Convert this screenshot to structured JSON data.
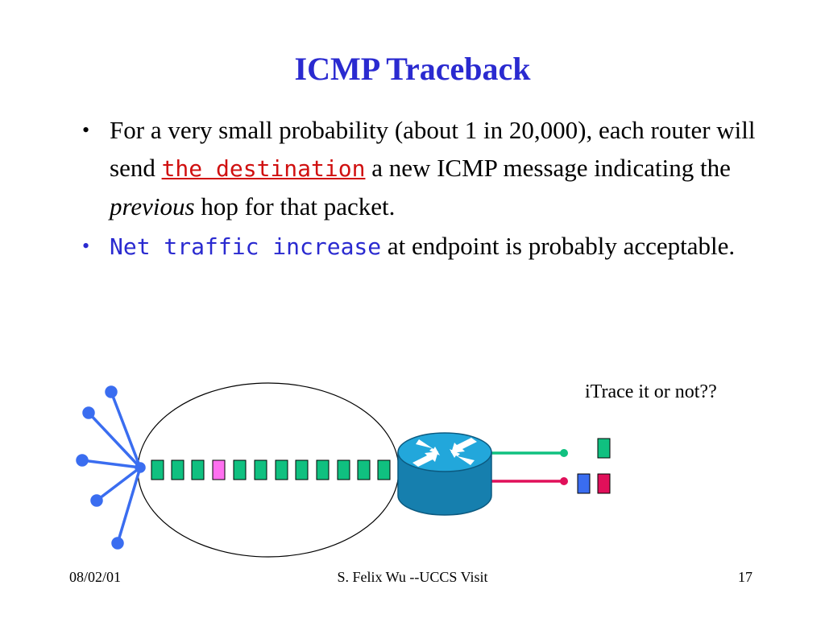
{
  "slide": {
    "title": "ICMP Traceback",
    "bullet1": {
      "text_a": "For a very small probability (about 1 in 20,000), each router will send ",
      "highlight": "the destination",
      "text_b": " a new ICMP message indicating the ",
      "italic": "previous",
      "text_c": " hop for that packet."
    },
    "bullet2": {
      "highlight": "Net traffic increase",
      "text": " at endpoint is probably acceptable."
    },
    "caption": "iTrace it or not??"
  },
  "footer": {
    "date": "08/02/01",
    "center": "S. Felix Wu --UCCS Visit",
    "page": "17"
  },
  "colors": {
    "title": "#2a2ad0",
    "highlight_red": "#d01010",
    "link_line": "#3a6df0",
    "packet": "#10c080",
    "packet_special": "#ff70f0",
    "router": "#1a8fc0",
    "green_line": "#10c080",
    "red_line": "#e0105a",
    "blue_packet": "#3a6df0"
  },
  "icons": {
    "router": "router-icon"
  }
}
